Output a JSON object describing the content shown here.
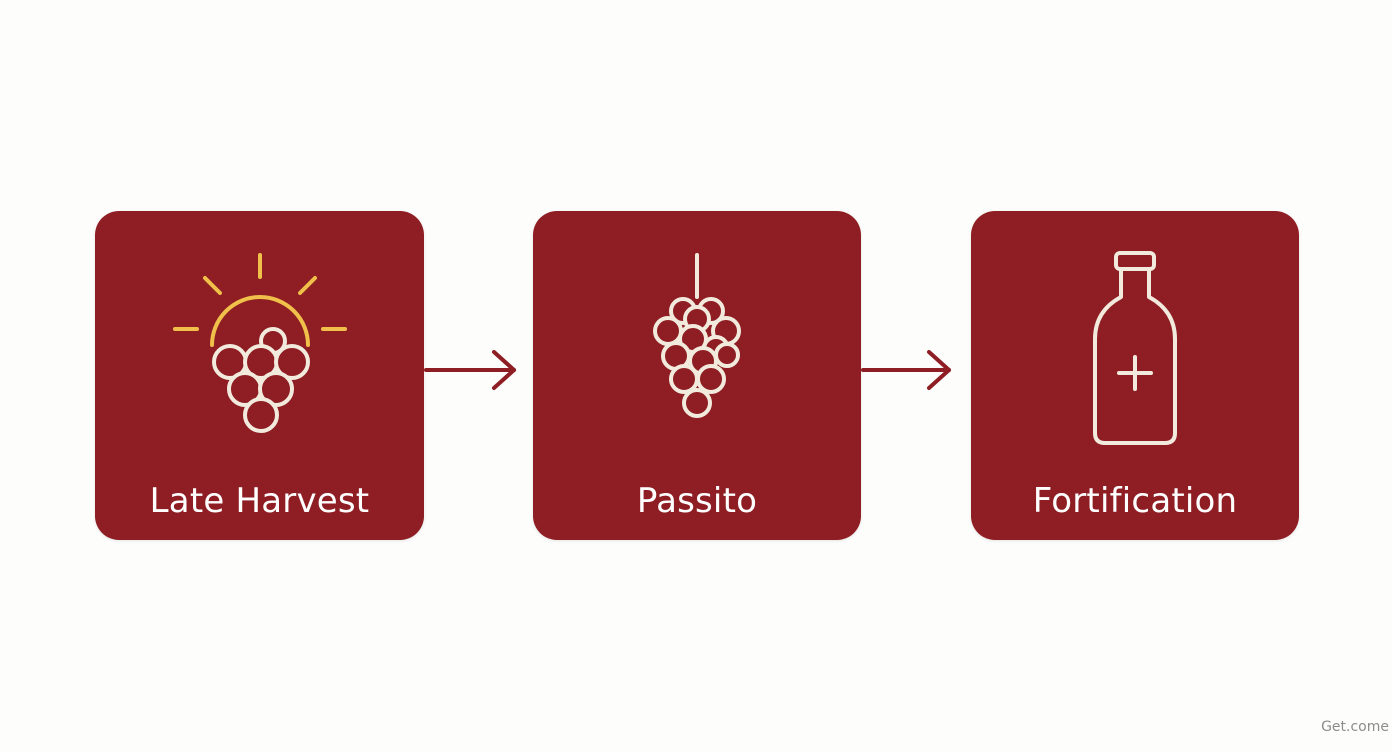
{
  "colors": {
    "background": "#fdfdfc",
    "card": "#8e1e23",
    "icon_stroke": "#f2ebdd",
    "sun": "#f0c04a",
    "arrow": "#8e1e23",
    "label": "#ffffff"
  },
  "steps": [
    {
      "label": "Late Harvest",
      "icon": "sun-grapes-icon"
    },
    {
      "label": "Passito",
      "icon": "grape-cluster-icon"
    },
    {
      "label": "Fortification",
      "icon": "bottle-plus-icon"
    }
  ],
  "connectors": [
    "arrow-right",
    "arrow-right"
  ],
  "watermark": "Get.come"
}
